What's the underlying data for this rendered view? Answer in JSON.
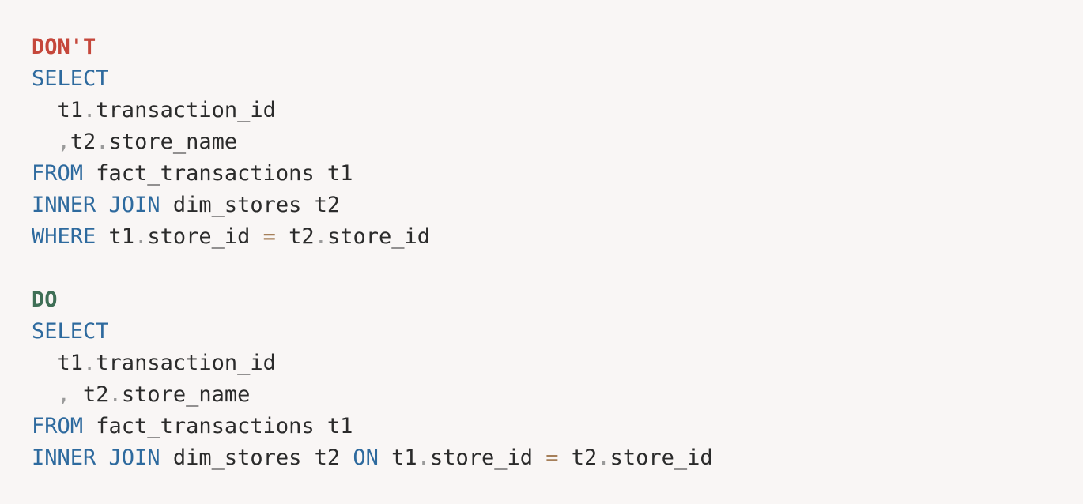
{
  "colors": {
    "background": "#f9f6f5",
    "text": "#2b2b2b",
    "keyword": "#2e6a9e",
    "dont_label": "#c5473b",
    "do_label": "#3f6f56",
    "punctuation": "#9a9a9a",
    "operator": "#a67f59"
  },
  "code": {
    "lines": [
      {
        "tokens": [
          {
            "t": "DON'T",
            "c": "label-dont"
          }
        ]
      },
      {
        "tokens": [
          {
            "t": "SELECT",
            "c": "kw"
          }
        ]
      },
      {
        "tokens": [
          {
            "t": "  t1",
            "c": "plain"
          },
          {
            "t": ".",
            "c": "punct"
          },
          {
            "t": "transaction_id",
            "c": "plain"
          }
        ]
      },
      {
        "tokens": [
          {
            "t": "  ",
            "c": "plain"
          },
          {
            "t": ",",
            "c": "punct"
          },
          {
            "t": "t2",
            "c": "plain"
          },
          {
            "t": ".",
            "c": "punct"
          },
          {
            "t": "store_name",
            "c": "plain"
          }
        ]
      },
      {
        "tokens": [
          {
            "t": "FROM",
            "c": "kw"
          },
          {
            "t": " fact_transactions t1",
            "c": "plain"
          }
        ]
      },
      {
        "tokens": [
          {
            "t": "INNER JOIN",
            "c": "kw"
          },
          {
            "t": " dim_stores t2",
            "c": "plain"
          }
        ]
      },
      {
        "tokens": [
          {
            "t": "WHERE",
            "c": "kw"
          },
          {
            "t": " t1",
            "c": "plain"
          },
          {
            "t": ".",
            "c": "punct"
          },
          {
            "t": "store_id ",
            "c": "plain"
          },
          {
            "t": "=",
            "c": "op"
          },
          {
            "t": " t2",
            "c": "plain"
          },
          {
            "t": ".",
            "c": "punct"
          },
          {
            "t": "store_id",
            "c": "plain"
          }
        ]
      },
      {
        "tokens": []
      },
      {
        "tokens": [
          {
            "t": "DO",
            "c": "label-do"
          }
        ]
      },
      {
        "tokens": [
          {
            "t": "SELECT",
            "c": "kw"
          }
        ]
      },
      {
        "tokens": [
          {
            "t": "  t1",
            "c": "plain"
          },
          {
            "t": ".",
            "c": "punct"
          },
          {
            "t": "transaction_id",
            "c": "plain"
          }
        ]
      },
      {
        "tokens": [
          {
            "t": "  ",
            "c": "plain"
          },
          {
            "t": ",",
            "c": "punct"
          },
          {
            "t": " t2",
            "c": "plain"
          },
          {
            "t": ".",
            "c": "punct"
          },
          {
            "t": "store_name",
            "c": "plain"
          }
        ]
      },
      {
        "tokens": [
          {
            "t": "FROM",
            "c": "kw"
          },
          {
            "t": " fact_transactions t1",
            "c": "plain"
          }
        ]
      },
      {
        "tokens": [
          {
            "t": "INNER JOIN",
            "c": "kw"
          },
          {
            "t": " dim_stores t2 ",
            "c": "plain"
          },
          {
            "t": "ON",
            "c": "kw"
          },
          {
            "t": " t1",
            "c": "plain"
          },
          {
            "t": ".",
            "c": "punct"
          },
          {
            "t": "store_id ",
            "c": "plain"
          },
          {
            "t": "=",
            "c": "op"
          },
          {
            "t": " t2",
            "c": "plain"
          },
          {
            "t": ".",
            "c": "punct"
          },
          {
            "t": "store_id",
            "c": "plain"
          }
        ]
      }
    ]
  }
}
